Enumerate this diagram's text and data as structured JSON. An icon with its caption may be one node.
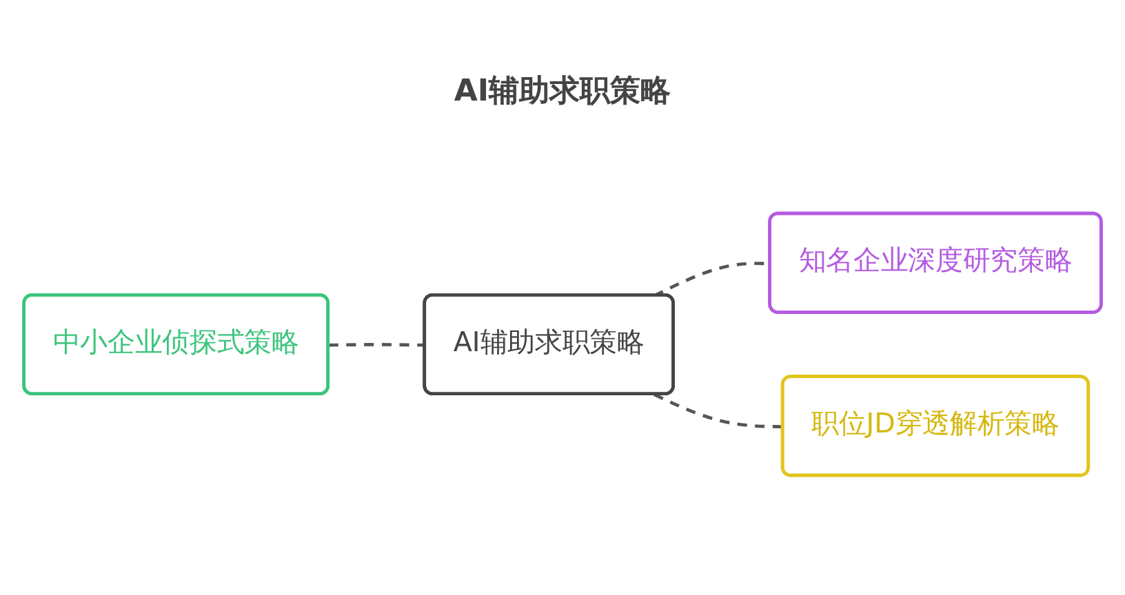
{
  "diagram": {
    "title": "AI辅助求职策略",
    "nodes": [
      {
        "text": [
          "中小企业侦探式策略"
        ]
      },
      {
        "text": [
          "AI辅助求职策略"
        ]
      },
      {
        "text": [
          "知名企业深度研究策略"
        ]
      },
      {
        "text": [
          "职位JD穿透解析策略"
        ]
      }
    ],
    "edges": [
      {
        "from": 0,
        "to": 1,
        "arrow": "none",
        "style": "dashed"
      },
      {
        "from": 1,
        "to": 2,
        "arrow": "none",
        "style": "dashed"
      },
      {
        "from": 1,
        "to": 3,
        "arrow": "none",
        "style": "dashed"
      }
    ]
  }
}
